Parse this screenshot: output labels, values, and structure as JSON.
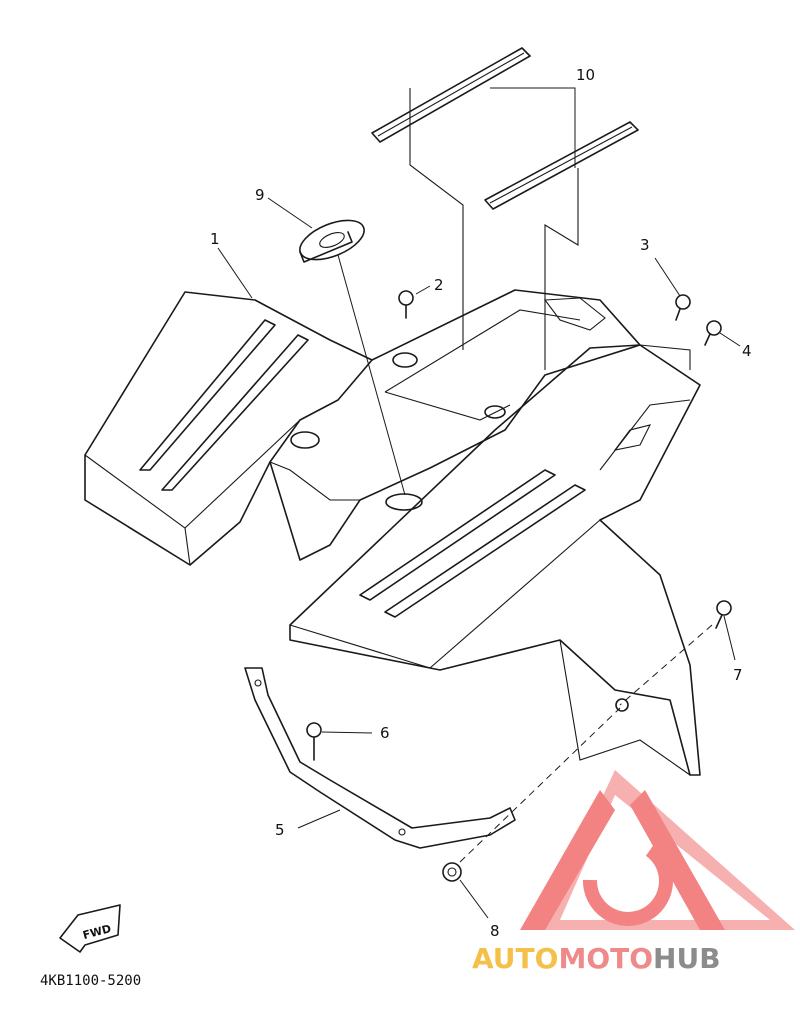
{
  "diagram": {
    "part_labels": [
      "1",
      "2",
      "3",
      "4",
      "5",
      "6",
      "7",
      "8",
      "9",
      "10"
    ],
    "fwd_badge": "FWD",
    "drawing_code": "4KB1100-5200"
  },
  "watermark": {
    "brand_auto": "AUTO",
    "brand_moto": "MOTO",
    "brand_hub": "HUB",
    "colors": {
      "auto": "#f5c04a",
      "moto": "#f08a8a",
      "hub": "#8c8c8c",
      "logo": "#f26d6d"
    }
  }
}
